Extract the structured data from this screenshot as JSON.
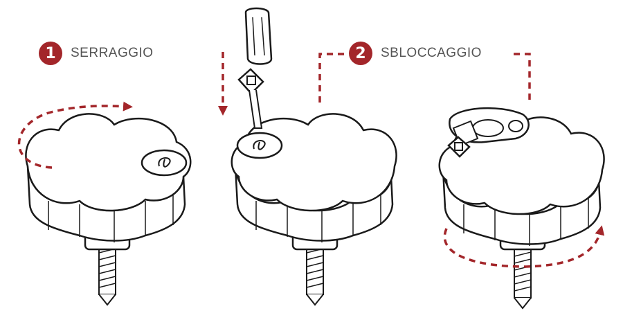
{
  "colors": {
    "accent": "#a3262a",
    "line": "#1a1a1a",
    "fill": "#ffffff",
    "text": "#555555"
  },
  "steps": [
    {
      "number": "1",
      "label": "SERRAGGIO"
    },
    {
      "number": "2",
      "label": "SBLOCCAGGIO"
    }
  ],
  "icons": [
    "knob",
    "key",
    "screw",
    "rotation-arrow",
    "dashed-arrow"
  ]
}
